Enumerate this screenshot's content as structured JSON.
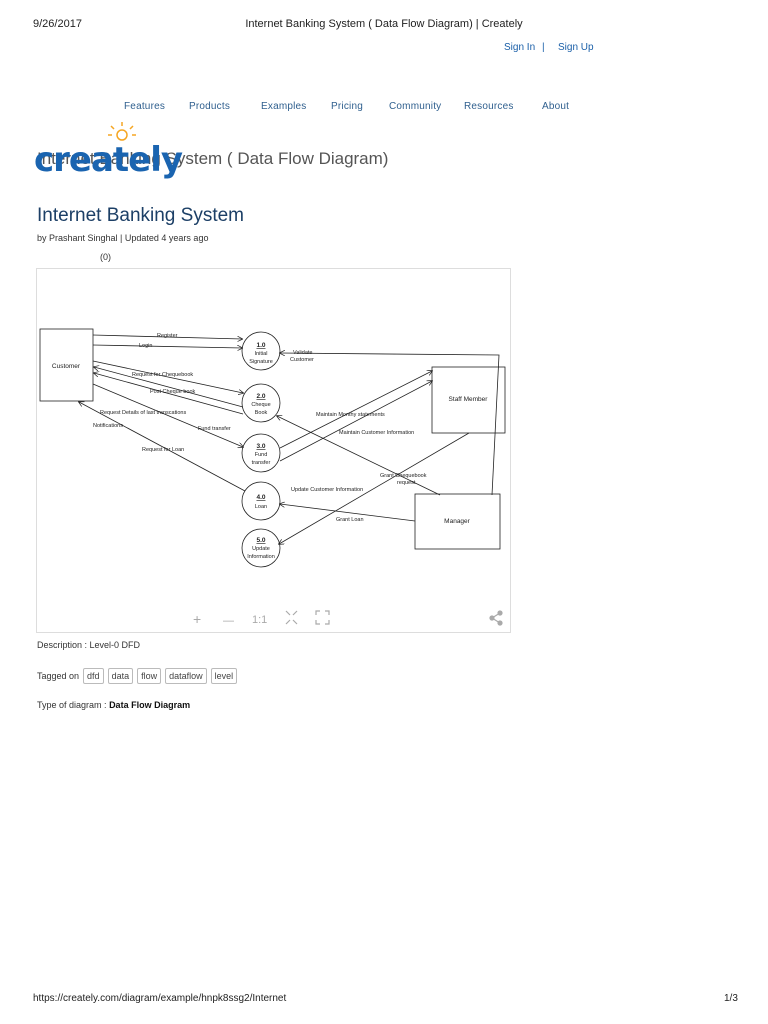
{
  "print_header": {
    "date": "9/26/2017",
    "title": "Internet Banking System ( Data Flow Diagram) | Creately"
  },
  "auth": {
    "sign_in": "Sign In",
    "separator": "|",
    "sign_up": "Sign Up"
  },
  "nav": [
    "Features",
    "Products",
    "Examples",
    "Pricing",
    "Community",
    "Resources",
    "About"
  ],
  "logo": {
    "text": "creately",
    "icon": "lightbulb-icon"
  },
  "page_title": "Internet Banking System ( Data Flow Diagram)",
  "diagram": {
    "heading": "Internet Banking System",
    "byline": "by Prashant Singhal | Updated 4 years ago",
    "rating": "(0)",
    "entities": {
      "customer": "Customer",
      "staff": "Staff Member",
      "manager": "Manager"
    },
    "processes": [
      {
        "id": "1.0",
        "line1": "Initial",
        "line2": "Signature"
      },
      {
        "id": "2.0",
        "line1": "Cheque",
        "line2": "Book"
      },
      {
        "id": "3.0",
        "line1": "Fund",
        "line2": "transfer"
      },
      {
        "id": "4.0",
        "line1": "Loan",
        "line2": ""
      },
      {
        "id": "5.0",
        "line1": "Update",
        "line2": "Information"
      }
    ],
    "flows": {
      "register": "Register",
      "login": "Login",
      "validate1": "Validate",
      "validate2": "Customer",
      "req_cheque": "Request for Chequebook",
      "post_cheque": "Post Cheque book",
      "req_details": "Request Details of last transcations",
      "notifications": "Notifications",
      "fund_transfer": "Fund transfer",
      "req_loan": "Request for Loan",
      "monthly": "Maintain Monthy statements",
      "maintain_info": "Maintain Customer Information",
      "grant_cheque1": "Grant Chequebook",
      "grant_cheque2": "request",
      "update_info": "Update Customer Information",
      "grant_loan": "Grant Loan"
    },
    "toolbar": {
      "zoom_in": "+",
      "zoom_out": "—",
      "reset": "1:1",
      "fit_icon": "fit-icon",
      "fullscreen_icon": "fullscreen-icon",
      "share_icon": "share-icon"
    }
  },
  "description": "Description :  Level-0 DFD",
  "tags_label": "Tagged on",
  "tags": [
    "dfd",
    "data",
    "flow",
    "dataflow",
    "level"
  ],
  "type_label": "Type of diagram :",
  "type_value": "Data Flow Diagram",
  "footer": {
    "url": "https://creately.com/diagram/example/hnpk8ssg2/Internet",
    "page": "1/3"
  }
}
